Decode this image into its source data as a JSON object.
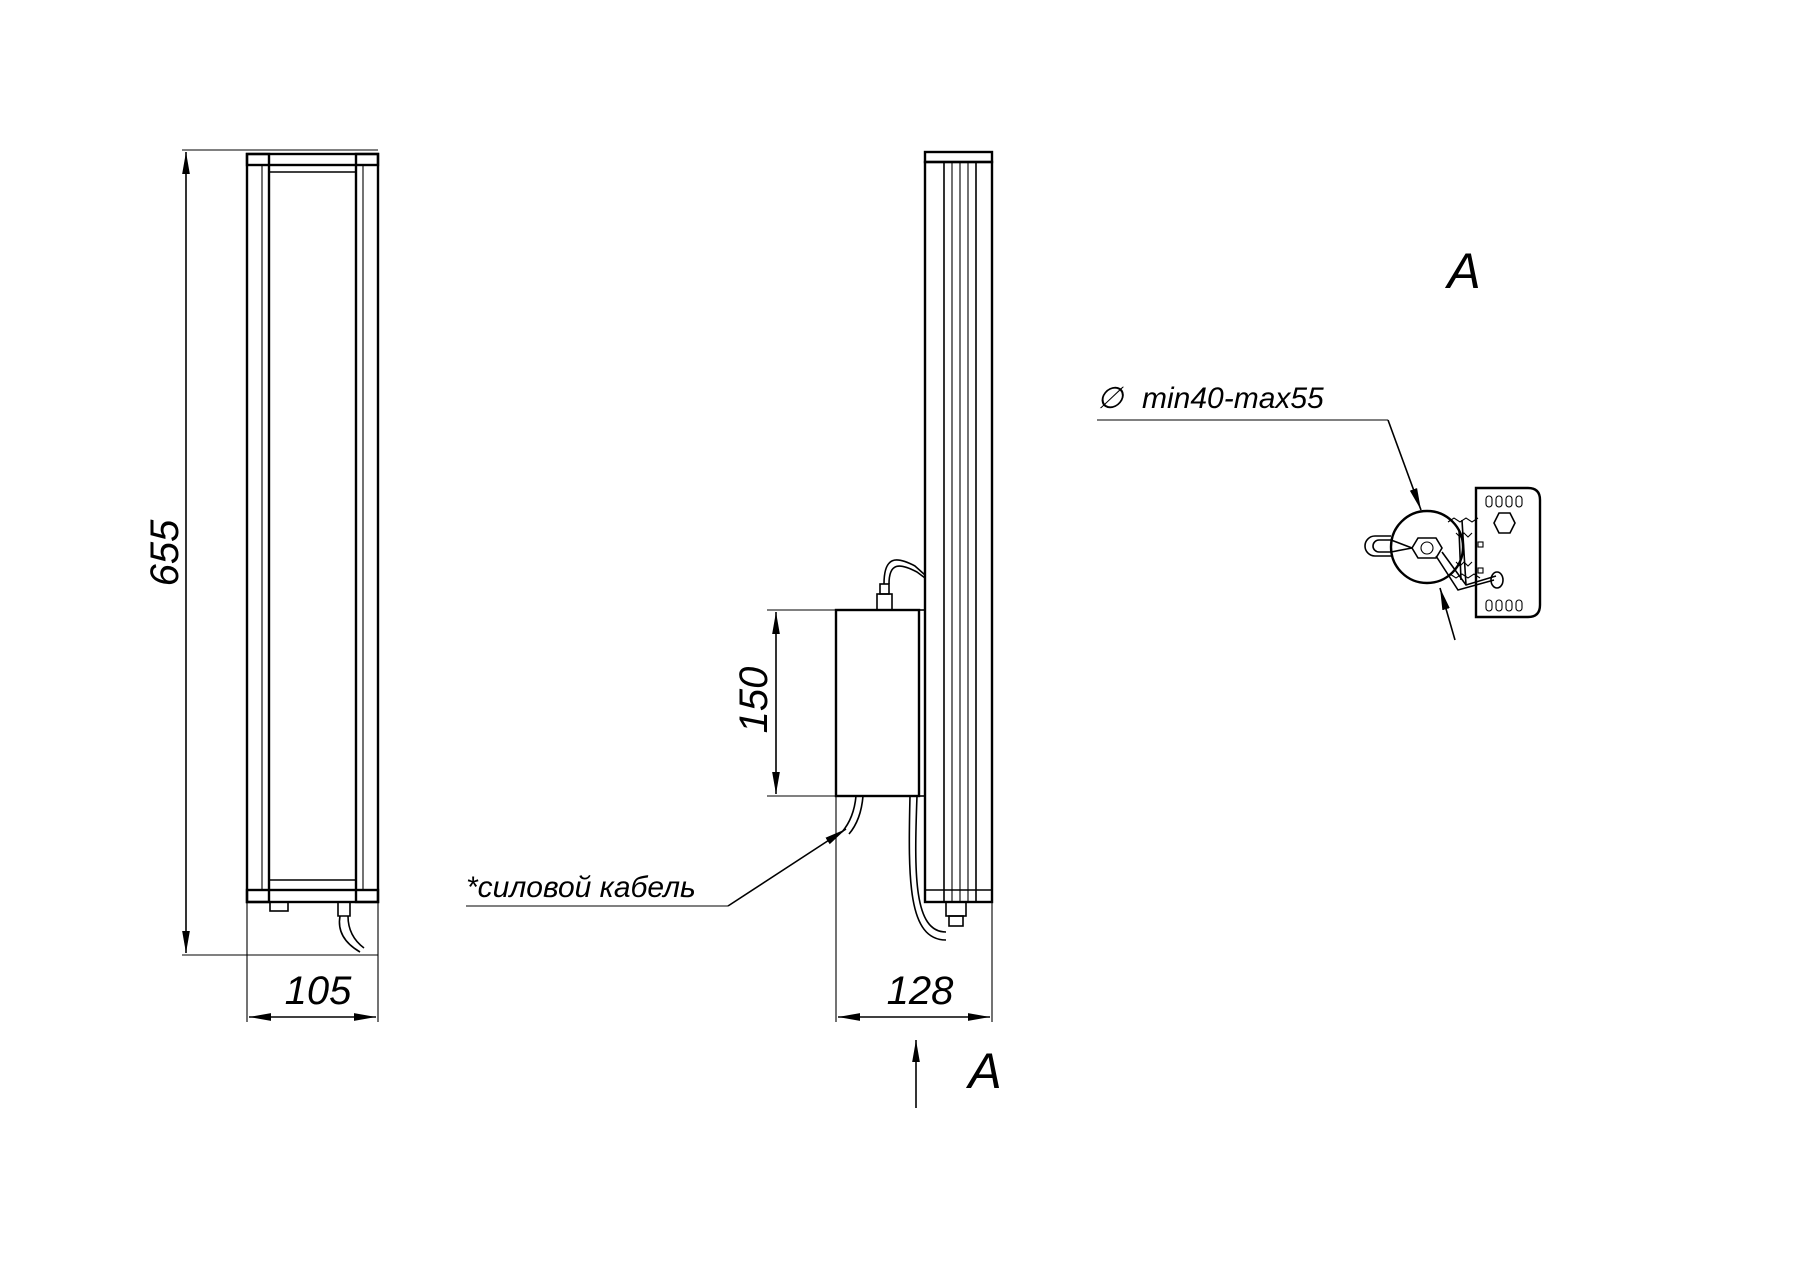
{
  "dimensions": {
    "height": "655",
    "width_front": "105",
    "width_side": "128",
    "driver_height": "150"
  },
  "labels": {
    "power_cable": "*силовой кабель",
    "view_marker": "A",
    "view_title": "A",
    "diameter_symbol": "∅",
    "pipe_diameter": "min40-max55"
  }
}
